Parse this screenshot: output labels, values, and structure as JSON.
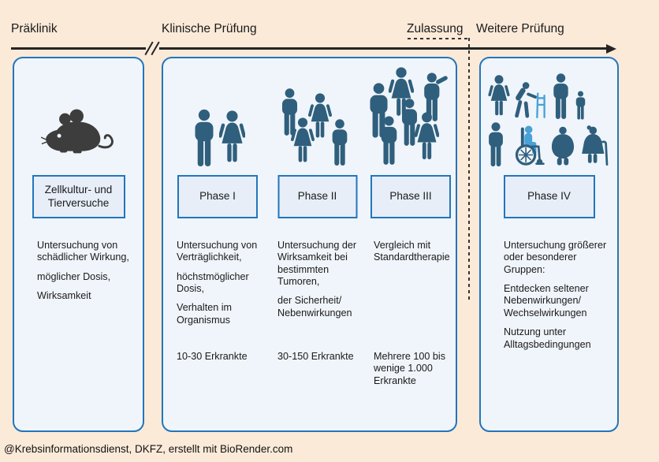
{
  "header": {
    "stages": [
      {
        "label": "Präklinik"
      },
      {
        "label": "Klinische Prüfung"
      },
      {
        "label": "Zulassung"
      },
      {
        "label": "Weitere Prüfung"
      }
    ]
  },
  "panels": [
    {
      "id": "praeklinik",
      "icon": "mouse-icon",
      "phase_label": "Zellkultur- und Tierversuche",
      "paragraphs": [
        "Untersuchung von schädlicher Wirkung,",
        "möglicher Dosis,",
        "Wirksamkeit"
      ],
      "count": ""
    },
    {
      "id": "phase-1",
      "icon": "two-adults-icon",
      "phase_label": "Phase I",
      "paragraphs": [
        "Untersuchung von Verträglichkeit,",
        "höchstmöglicher Dosis,",
        "Verhalten im Organismus"
      ],
      "count": "10-30 Erkrankte"
    },
    {
      "id": "phase-2",
      "icon": "four-adults-icon",
      "phase_label": "Phase II",
      "paragraphs": [
        "Untersuchung der Wirksamkeit bei bestimmten Tumoren,",
        "der Sicherheit/ Nebenwirkungen"
      ],
      "count": "30-150 Erkrankte"
    },
    {
      "id": "phase-3",
      "icon": "crowd-icon",
      "phase_label": "Phase III",
      "paragraphs": [
        "Vergleich mit Standardtherapie"
      ],
      "count": "Mehrere 100 bis wenige 1.000 Erkrankte"
    },
    {
      "id": "phase-4",
      "icon": "diverse-group-icon",
      "phase_label": "Phase IV",
      "paragraphs": [
        "Untersuchung größerer oder besonderer Gruppen:",
        "Entdecken seltener Nebenwirkungen/ Wechselwirkungen",
        "Nutzung unter Alltagsbedingungen"
      ],
      "count": ""
    }
  ],
  "footer": {
    "credit": "@Krebsinformationsdienst, DKFZ, erstellt mit BioRender.com"
  },
  "colors": {
    "background": "#fcead9",
    "panel_fill": "#f0f5fb",
    "box_fill": "#e7eef8",
    "panel_border": "#2276bc",
    "figure_dark": "#2f5f7c",
    "figure_accent": "#47a2d7",
    "mouse": "#3d3d3d",
    "text": "#1a1a1a"
  }
}
